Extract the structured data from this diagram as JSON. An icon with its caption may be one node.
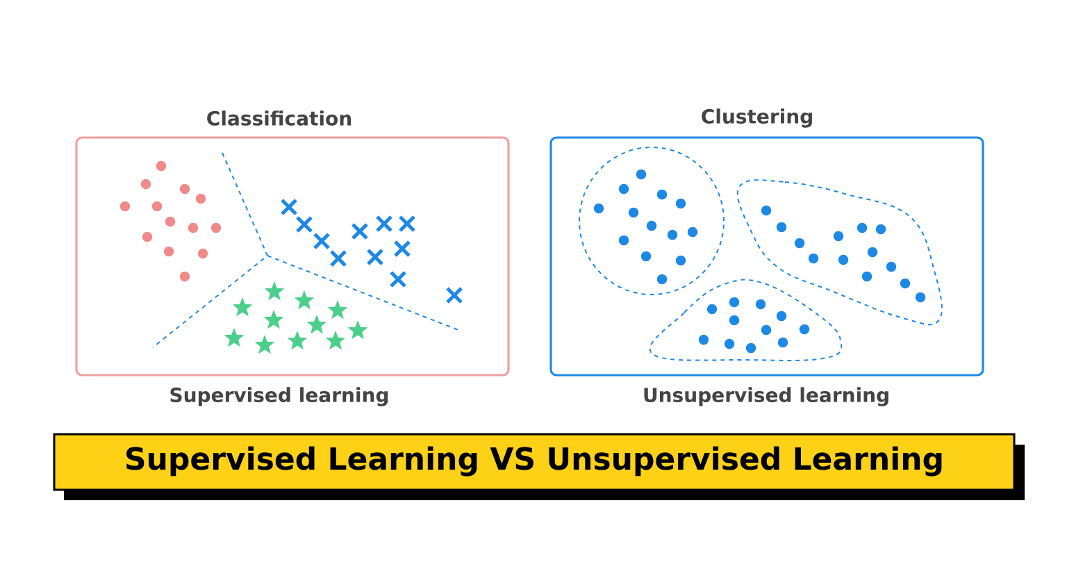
{
  "diagram": {
    "title": "Supervised Learning VS Unsupervised Learning",
    "nodes": [
      {
        "text": [
          "Classification"
        ],
        "beside": [
          "Supervised learning"
        ]
      },
      {
        "text": [
          "Clustering"
        ],
        "beside": [
          "Unsupervised learning"
        ]
      }
    ]
  }
}
